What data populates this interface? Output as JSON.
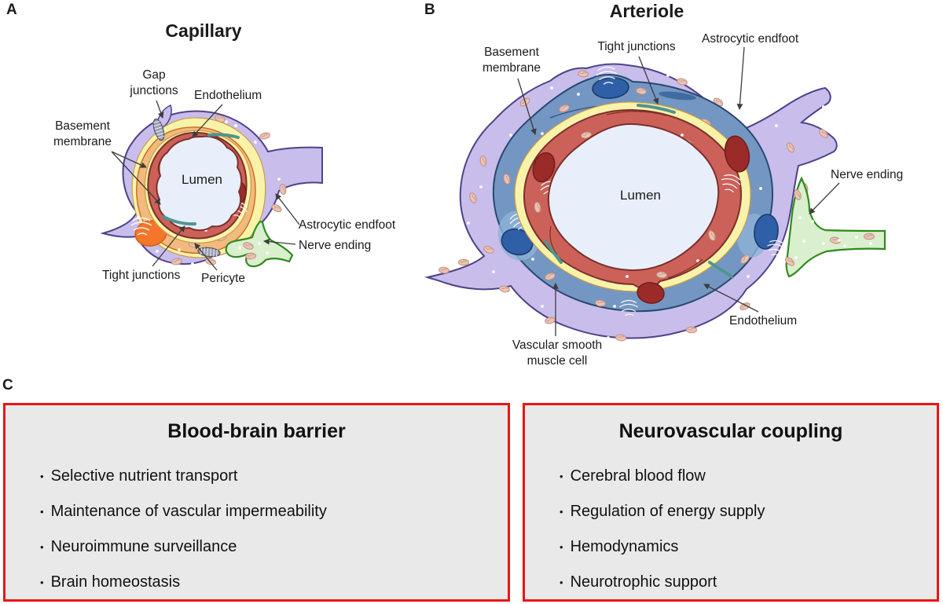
{
  "panels": {
    "a": {
      "letter": "A",
      "title": "Capillary",
      "labels": {
        "gap_junctions": "Gap junctions",
        "endothelium": "Endothelium",
        "basement_membrane": "Basement membrane",
        "lumen": "Lumen",
        "astrocytic_endfoot": "Astrocytic endfoot",
        "nerve_ending": "Nerve ending",
        "tight_junctions": "Tight junctions",
        "pericyte": "Pericyte"
      }
    },
    "b": {
      "letter": "B",
      "title": "Arteriole",
      "labels": {
        "basement_membrane": "Basement membrane",
        "tight_junctions": "Tight junctions",
        "astrocytic_endfoot": "Astrocytic endfoot",
        "lumen": "Lumen",
        "nerve_ending": "Nerve ending",
        "endothelium": "Endothelium",
        "vascular_smooth_muscle_cell": "Vascular smooth muscle cell"
      }
    },
    "c": {
      "letter": "C",
      "bullet_char": "•",
      "boxes": [
        {
          "title": "Blood-brain barrier",
          "items": [
            "Selective nutrient transport",
            "Maintenance of vascular impermeability",
            "Neuroimmune surveillance",
            "Brain homeostasis"
          ]
        },
        {
          "title": "Neurovascular coupling",
          "items": [
            "Cerebral blood flow",
            "Regulation of energy supply",
            "Hemodynamics",
            "Neurotrophic support"
          ]
        }
      ]
    }
  },
  "colors": {
    "astrocyte": "#c9bdec",
    "astrocyte_stroke": "#4f4289",
    "basement_membrane": "#f9f3a9",
    "pericyte": "#f2ba7d",
    "pericyte_nucleus": "#f3762b",
    "smooth_muscle": "#7397c2",
    "smooth_muscle_nucleus": "#2f5fa7",
    "endothelium": "#cb6159",
    "endothelium_nucleus": "#9b2b28",
    "lumen": "#e8effa",
    "nerve_ending": "#daefce",
    "nerve_ending_stroke": "#2e8b1e",
    "tight_junction": "#4f958e",
    "box_border": "#ec1414",
    "box_background": "#e9e9e9"
  }
}
